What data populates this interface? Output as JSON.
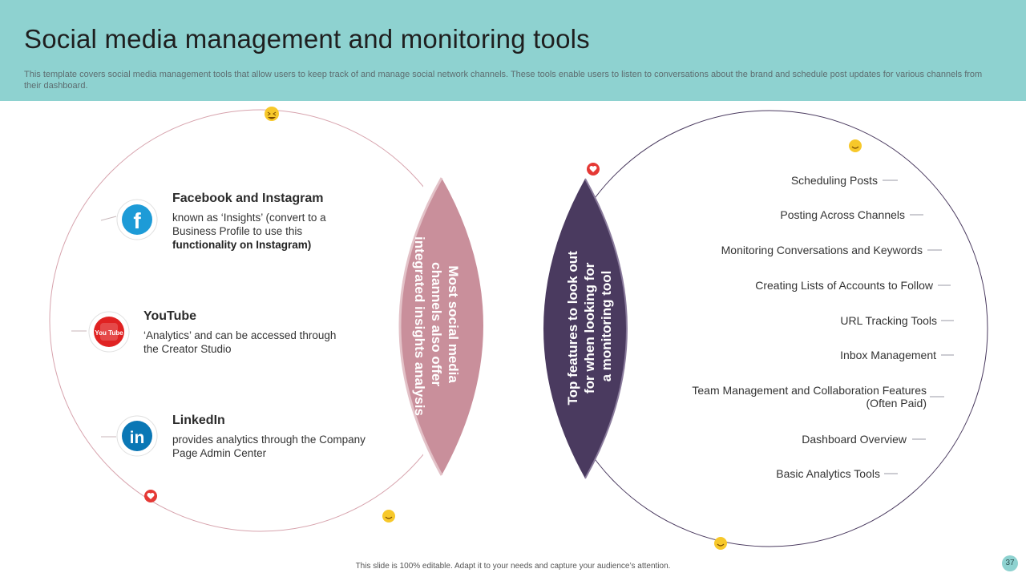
{
  "header": {
    "title": "Social media management and monitoring tools",
    "subtitle": "This template covers social media management tools that allow users to keep track of and manage social network channels. These tools enable users to listen to conversations about the brand and schedule post updates for various channels from their dashboard."
  },
  "left": {
    "center_text": "Most social media channels also offer integrated insights analysis",
    "facebook": {
      "title": "Facebook and Instagram",
      "desc_1": "known as ‘Insights’ (convert to a Business Profile to use this",
      "desc_bold": "functionality on Instagram)"
    },
    "youtube": {
      "title": "YouTube",
      "desc": "‘Analytics’ and can be accessed through the Creator Studio",
      "logo_text": "You Tube"
    },
    "linkedin": {
      "title": "LinkedIn",
      "desc": "provides analytics through the Company Page Admin Center",
      "logo_text": "in"
    },
    "facebook_logo_text": "f"
  },
  "right": {
    "center_text": "Top features to look out for when looking for a monitoring tool",
    "features": [
      "Scheduling Posts",
      "Posting Across Channels",
      "Monitoring Conversations and Keywords",
      "Creating Lists of Accounts to Follow",
      "URL Tracking Tools",
      "Inbox Management",
      "Team Management and Collaboration Features (Often Paid)",
      "Dashboard Overview",
      "Basic Analytics Tools"
    ]
  },
  "footer": {
    "text": "This slide is 100% editable. Adapt it to your needs and capture your audience’s attention.",
    "page_number": "37"
  },
  "colors": {
    "header_bg": "#8ed2d0",
    "left_lens": "#c98f9b",
    "right_lens": "#4a3a5f",
    "left_circle": "#c98f9b",
    "right_circle": "#4a3a5f",
    "facebook": "#1d9bd7",
    "youtube": "#e02222",
    "linkedin": "#0a77b5"
  },
  "icons": [
    "laughing-emoji-icon",
    "heart-badge-icon",
    "grin-emoji-icon",
    "facebook-icon",
    "youtube-icon",
    "linkedin-icon"
  ]
}
